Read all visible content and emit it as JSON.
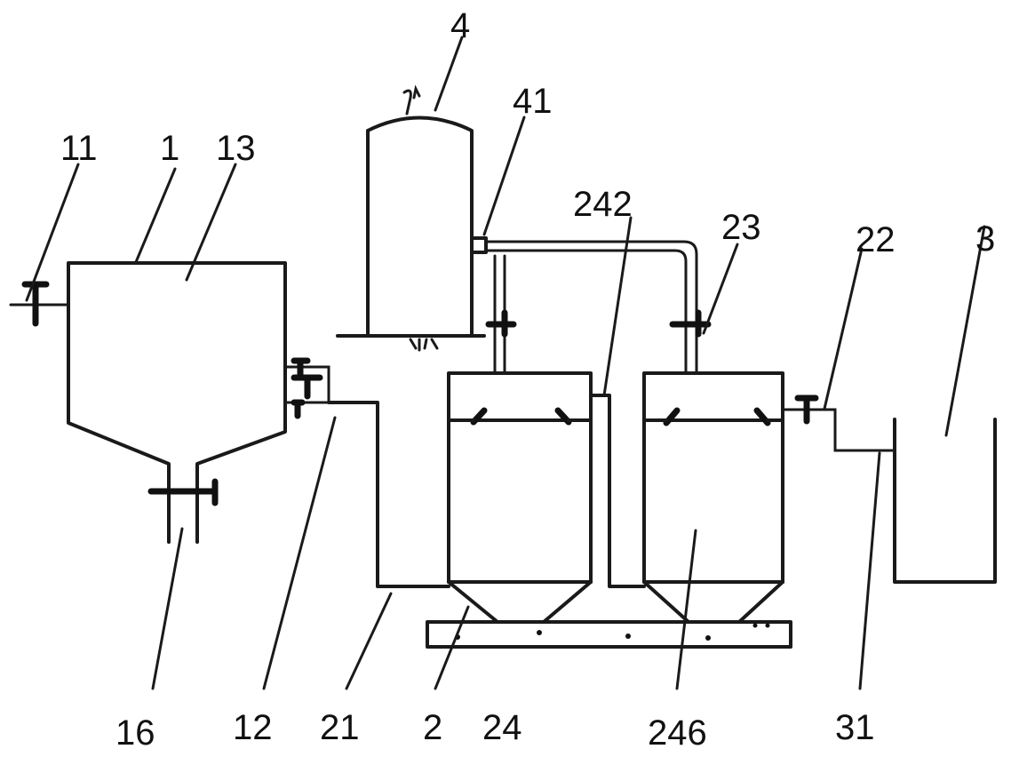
{
  "colors": {
    "ink": "#1a1a1a",
    "background": "#ffffff"
  },
  "labels": {
    "l4": "4",
    "l41": "41",
    "l11": "11",
    "l1": "1",
    "l13": "13",
    "l242": "242",
    "l23": "23",
    "l22": "22",
    "l3": "3",
    "l16": "16",
    "l12": "12",
    "l21": "21",
    "l2": "2",
    "l24": "24",
    "l246": "246",
    "l31": "31"
  }
}
